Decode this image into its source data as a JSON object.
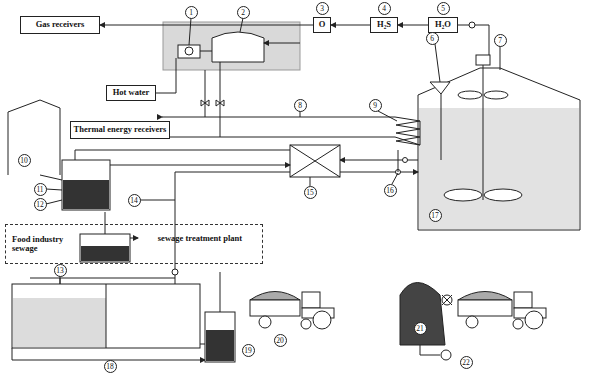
{
  "diagram": {
    "nodes": [
      {
        "text": [
          "Gas receivers"
        ]
      },
      {
        "text": [
          "Hot water"
        ]
      },
      {
        "text": [
          "Thermal energy receivers"
        ]
      },
      {
        "text": [
          "O"
        ]
      },
      {
        "text": [
          "H₂S"
        ]
      },
      {
        "text": [
          "H₂O"
        ]
      },
      {
        "text": [
          "Food industry sewage"
        ]
      }
    ],
    "edges": [
      {
        "from": 5,
        "to": 4,
        "arrow": "to"
      },
      {
        "from": 4,
        "to": 3,
        "arrow": "to"
      },
      {
        "from": 3,
        "to": 0,
        "arrow": "to"
      }
    ],
    "labels": [
      "1",
      "2",
      "3",
      "4",
      "5",
      "6",
      "7",
      "8",
      "9",
      "10",
      "11",
      "12",
      "13",
      "14",
      "15",
      "16",
      "17",
      "18",
      "19",
      "20",
      "21",
      "22",
      "sewage treatment plant"
    ]
  }
}
